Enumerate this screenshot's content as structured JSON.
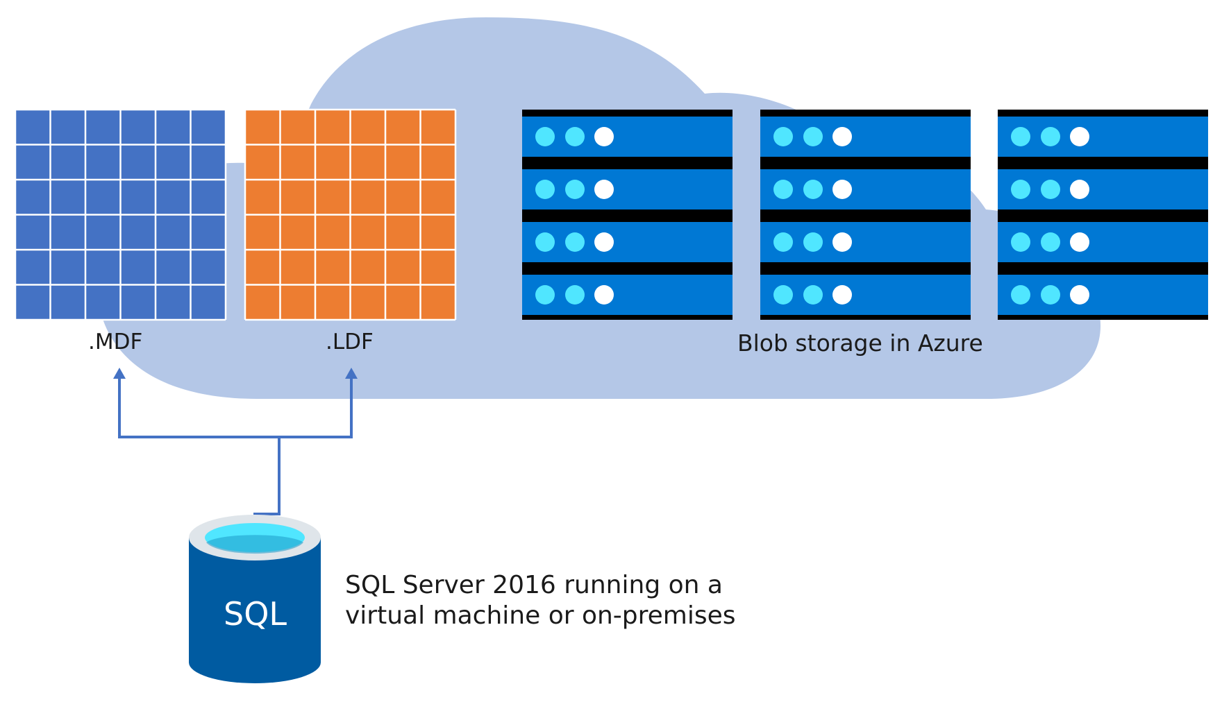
{
  "files": {
    "mdf_label": ".MDF",
    "ldf_label": ".LDF"
  },
  "blob": {
    "label": "Blob storage in Azure"
  },
  "sql": {
    "db_text": "SQL",
    "description": "SQL Server 2016 running on a virtual machine or on-premises"
  },
  "colors": {
    "cloud": "#b4c7e7",
    "mdf": "#4472c4",
    "ldf": "#ed7d31",
    "server": "#0078d4",
    "server_band": "#000000",
    "led_cyan": "#50e6ff",
    "led_white": "#ffffff",
    "connector": "#4472c4",
    "db_body": "#005ba1",
    "db_rim": "#dfe5ea",
    "db_top": "#50e6ff"
  }
}
